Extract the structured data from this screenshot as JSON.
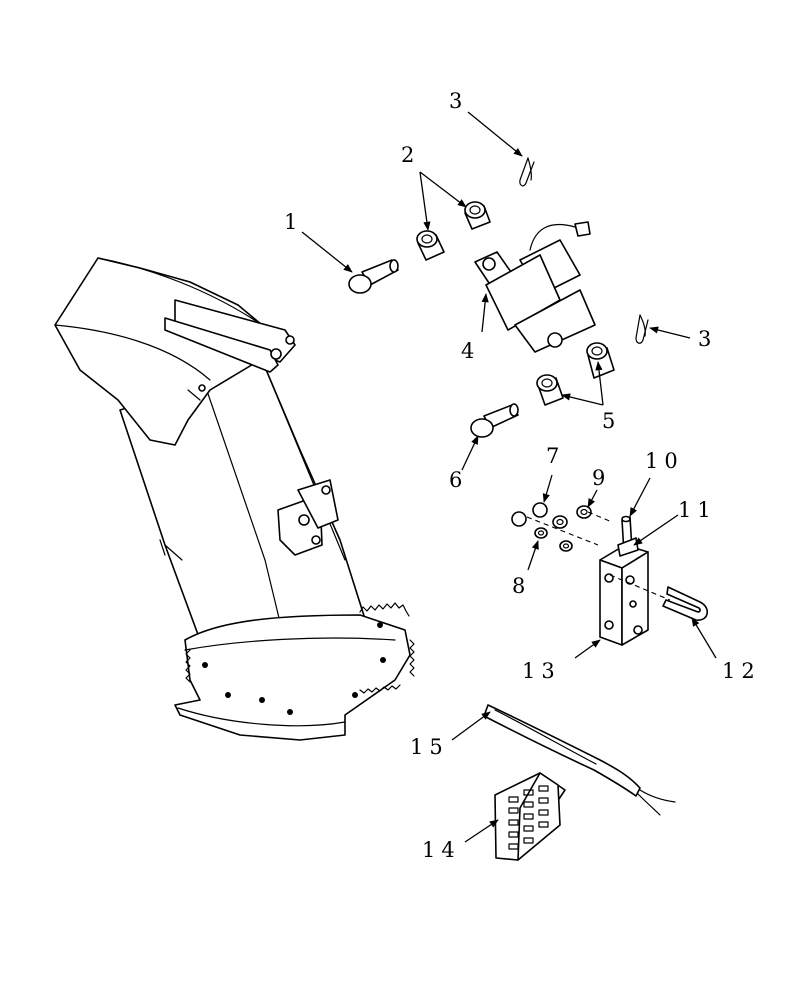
{
  "callouts": {
    "c1": "1",
    "c2": "2",
    "c3a": "3",
    "c3b": "3",
    "c4": "4",
    "c5": "5",
    "c6": "6",
    "c7": "7",
    "c8": "8",
    "c9": "9",
    "c10": "10",
    "c11": "11",
    "c12": "12",
    "c13": "13",
    "c14": "14",
    "c15": "15"
  },
  "colors": {
    "line": "#000000",
    "background": "#ffffff"
  }
}
